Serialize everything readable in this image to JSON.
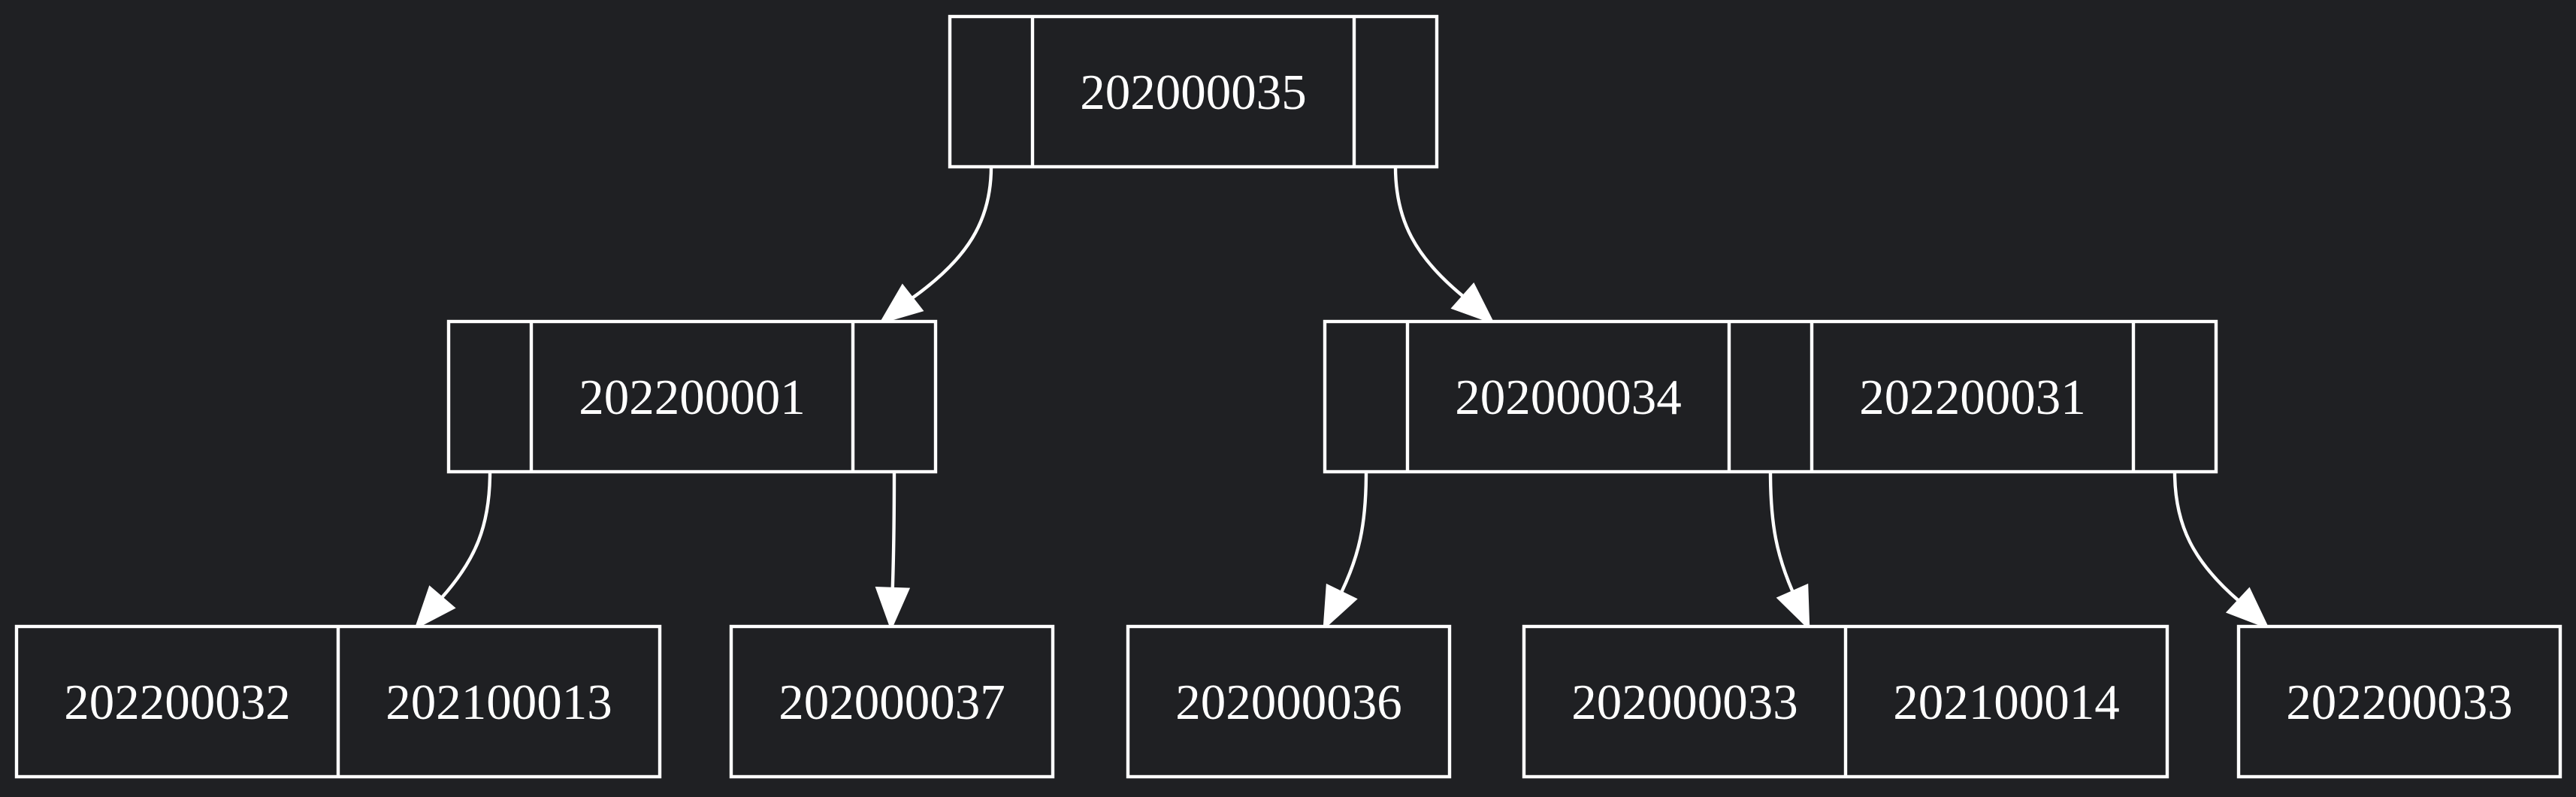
{
  "diagram": {
    "type": "b-tree",
    "colors": {
      "background": "#1f2023",
      "stroke": "#ffffff",
      "text": "#ffffff"
    },
    "nodes": [
      {
        "id": "root",
        "keys": [
          "202000035"
        ],
        "pointers": true
      },
      {
        "id": "left",
        "keys": [
          "202200001"
        ],
        "pointers": true
      },
      {
        "id": "right",
        "keys": [
          "202000034",
          "202200031"
        ],
        "pointers": true
      },
      {
        "id": "leaf1",
        "keys": [
          "202200032",
          "202100013"
        ],
        "pointers": false
      },
      {
        "id": "leaf2",
        "keys": [
          "202000037"
        ],
        "pointers": false
      },
      {
        "id": "leaf3",
        "keys": [
          "202000036"
        ],
        "pointers": false
      },
      {
        "id": "leaf4",
        "keys": [
          "202000033",
          "202100014"
        ],
        "pointers": false
      },
      {
        "id": "leaf5",
        "keys": [
          "202200033"
        ],
        "pointers": false
      }
    ],
    "edges": [
      {
        "from": "root",
        "pointer": 0,
        "to": "left"
      },
      {
        "from": "root",
        "pointer": 1,
        "to": "right"
      },
      {
        "from": "left",
        "pointer": 0,
        "to": "leaf1"
      },
      {
        "from": "left",
        "pointer": 1,
        "to": "leaf2"
      },
      {
        "from": "right",
        "pointer": 0,
        "to": "leaf3"
      },
      {
        "from": "right",
        "pointer": 1,
        "to": "leaf4"
      },
      {
        "from": "right",
        "pointer": 2,
        "to": "leaf5"
      }
    ]
  }
}
